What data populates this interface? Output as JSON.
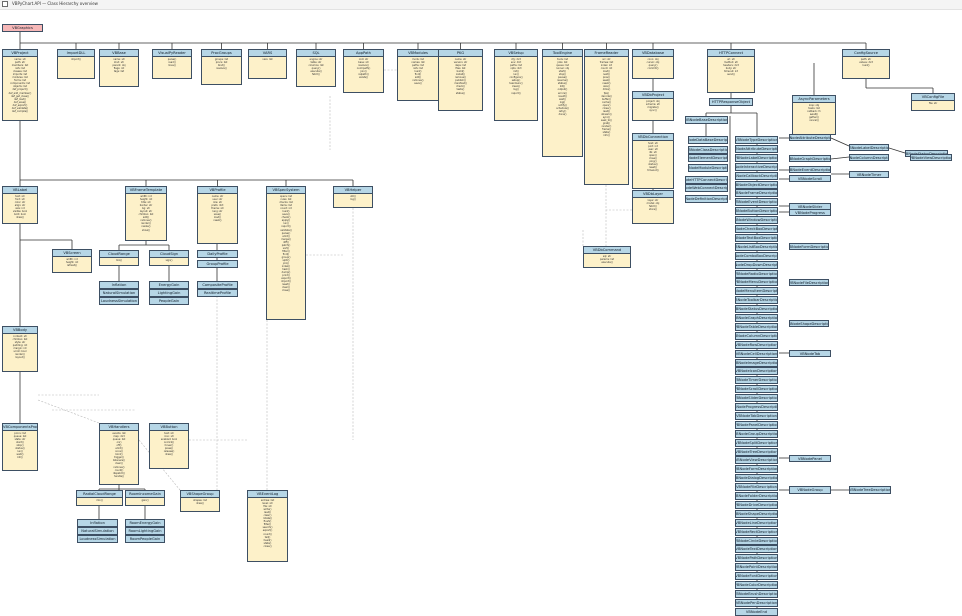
{
  "window": {
    "title": "VBPyChart.API — Class Hierarchy overview"
  },
  "nodes": [
    {
      "id": "root",
      "title": "VBGraphics",
      "lines": [],
      "accent": "red"
    },
    {
      "id": "vbproject",
      "title": "VBProject",
      "lines": [
        "name: str",
        "path: str",
        "members: list",
        "refs: list",
        "classes: list",
        "imports: list",
        "modules: list",
        "forms: list",
        "components: list",
        "objects: list",
        "def_project()",
        "def_add_member()",
        "def_get_class()",
        "def_load()",
        "def_save()",
        "def_export()",
        "def_validate()",
        "def_compile()"
      ]
    },
    {
      "id": "import",
      "title": "ImportDLL",
      "lines": [
        "import()"
      ]
    },
    {
      "id": "vbbase",
      "title": "VBBase",
      "lines": [
        "name: str",
        "kind: str",
        "parent: obj",
        "flags: int",
        "tags: list"
      ]
    },
    {
      "id": "reader",
      "title": "VisualPyReader",
      "lines": [
        "parse()",
        "read()",
        "lines()"
      ]
    },
    {
      "id": "procgroups",
      "title": "ProcGroups",
      "lines": [
        "groups: list",
        "procs: list",
        "bind()",
        "resolve()"
      ]
    },
    {
      "id": "vars",
      "title": "VARS",
      "lines": [
        "vars: list"
      ]
    },
    {
      "id": "sql",
      "title": "SQL",
      "lines": [
        "engine: str",
        "table: str",
        "columns: list",
        "query()",
        "execute()",
        "fetch()"
      ]
    },
    {
      "id": "apppath",
      "title": "AppPath",
      "lines": [
        "root: str",
        "base: str",
        "resolve()",
        "normpath()",
        "join()",
        "relpath()",
        "exists()"
      ]
    },
    {
      "id": "vbmodules",
      "title": "VBModules",
      "lines": [
        "mods: list",
        "names: list",
        "paths: list",
        "refs: list",
        "load()",
        "find()",
        "add()",
        "remove()",
        "save()"
      ]
    },
    {
      "id": "pkg",
      "title": "PKG",
      "lines": [
        "name: str",
        "version: str",
        "deps: list",
        "files: list",
        "build()",
        "install()",
        "remove()",
        "publish()",
        "manifest()",
        "check()",
        "tests()",
        "status()"
      ]
    },
    {
      "id": "vbsetup",
      "title": "VBSetup",
      "lines": [
        "cfg: dict",
        "env: dict",
        "paths: list",
        "opts: dict",
        "init()",
        "run()",
        "configure()",
        "setup()",
        "teardown()",
        "clean()",
        "log()",
        "report()"
      ]
    },
    {
      "id": "toolrunner",
      "title": "ToolEngine",
      "lines": [
        "tools: list",
        "jobs: list",
        "queue: list",
        "runner: obj",
        "start()",
        "stop()",
        "pause()",
        "resume()",
        "status()",
        "kill()",
        "output()",
        "errors()",
        "result()",
        "wait()",
        "log()",
        "notify()",
        "schedule()",
        "retry()",
        "done()"
      ]
    },
    {
      "id": "frameloader",
      "title": "FrameReader",
      "lines": [
        "src: str",
        "frames: list",
        "index: int",
        "count: int",
        "load()",
        "next()",
        "prev()",
        "seek()",
        "reset()",
        "size()",
        "dims()",
        "fps()",
        "decode()",
        "buffer()",
        "cache()",
        "open()",
        "close()",
        "read()",
        "stream()",
        "sync()",
        "seek_to()",
        "grab()",
        "render()",
        "frame()",
        "stats()",
        "info()"
      ]
    },
    {
      "id": "vbdatabase",
      "title": "VBDatabase",
      "lines": [
        "conn: obj",
        "cursor: obj",
        "query()",
        "commit()"
      ]
    },
    {
      "id": "vbdbproject",
      "title": "VBDbProject",
      "lines": [
        "project: obj",
        "schema: str",
        "migrate()",
        "sync()"
      ]
    },
    {
      "id": "vbdbconnection",
      "title": "VBDbConnection",
      "lines": [
        "host: str",
        "port: int",
        "user: str",
        "db: str",
        "open()",
        "close()",
        "ping()",
        "status()",
        "reset()",
        "timeout()"
      ]
    },
    {
      "id": "vbdblayer",
      "title": "VBDbLayer",
      "lines": [
        "layer: str",
        "model: obj",
        "fetch()",
        "store()"
      ]
    },
    {
      "id": "vbdbcommand",
      "title": "VBDbCommand",
      "lines": [
        "sql: str",
        "params: list",
        "execute()"
      ]
    },
    {
      "id": "httpconnect",
      "title": "HTTPConnect",
      "lines": [
        "url: str",
        "method: str",
        "headers: dict",
        "body: str",
        "timeout: int",
        "send()"
      ]
    },
    {
      "id": "httpdata",
      "title": "HTTPResponseObject",
      "lines": []
    },
    {
      "id": "asyncparams",
      "title": "AsyncParameters",
      "lines": [
        "loop: obj",
        "tasks: list",
        "callback: fn",
        "await()",
        "gather()",
        "cancel()"
      ]
    },
    {
      "id": "configsource",
      "title": "ConfigSource",
      "lines": [
        "path: str",
        "values: dict",
        "load()"
      ]
    },
    {
      "id": "vbconfigfile",
      "title": "VBConfigFile",
      "lines": [
        "file: str"
      ]
    },
    {
      "id": "vblabel",
      "title": "VBLabel",
      "lines": [
        "text: str",
        "font: str",
        "color: str",
        "align: str",
        "size: int",
        "visible: bool",
        "bold: bool",
        "draw()"
      ]
    },
    {
      "id": "vbframe",
      "title": "VBFrameTemplate",
      "lines": [
        "width: int",
        "height: int",
        "title: str",
        "border: str",
        "bg: str",
        "layout: str",
        "children: list",
        "add()",
        "remove()",
        "render()",
        "resize()",
        "show()"
      ]
    },
    {
      "id": "vbprofile",
      "title": "VBProfile",
      "lines": [
        "name: str",
        "user: str",
        "role: str",
        "prefs: dict",
        "theme: str",
        "lang: str",
        "save()",
        "load()",
        "reset()"
      ]
    },
    {
      "id": "vbspecsystem",
      "title": "VBSpecSystem",
      "lines": [
        "specs: list",
        "rules: list",
        "checks: list",
        "items: list",
        "count: int",
        "load()",
        "save()",
        "check()",
        "apply()",
        "run()",
        "report()",
        "validate()",
        "parse()",
        "emit()",
        "merge()",
        "diff()",
        "patch()",
        "sort()",
        "filter()",
        "find()",
        "group()",
        "split()",
        "join()",
        "index()",
        "hash()",
        "dump()",
        "print()",
        "export()",
        "import()",
        "reset()",
        "clear()",
        "close()"
      ]
    },
    {
      "id": "vbhelper",
      "title": "VBHelper",
      "lines": [
        "util()",
        "log()"
      ]
    },
    {
      "id": "vbscreen",
      "title": "VBScreen",
      "lines": [
        "width: int",
        "height: int",
        "refresh()"
      ]
    },
    {
      "id": "vbbody",
      "title": "VBBody",
      "lines": [
        "content: str",
        "children: list",
        "style: str",
        "padding: int",
        "margin: int",
        "scroll: bool",
        "render()",
        "layout()"
      ]
    },
    {
      "id": "vbcomponents",
      "title": "VBComponentsProcess",
      "lines": [
        "procs: list",
        "queue: list",
        "state: str",
        "start()",
        "stop()",
        "status()",
        "run()",
        "wait()",
        "kill()"
      ]
    },
    {
      "id": "vbhandlers",
      "title": "VBHandlers",
      "lines": [
        "events: list",
        "map: dict",
        "queue: list",
        "on()",
        "off()",
        "emit()",
        "once()",
        "bind()",
        "trigger()",
        "listeners()",
        "clear()",
        "remove()",
        "count()",
        "dispatch()",
        "handle()"
      ]
    },
    {
      "id": "vbbutton",
      "title": "VBButton",
      "lines": [
        "text: str",
        "icon: str",
        "enabled: bool",
        "onclick()",
        "hover()",
        "press()",
        "release()",
        "draw()"
      ]
    },
    {
      "id": "vbshape",
      "title": "VBShapeGroup",
      "lines": [
        "shapes: list",
        "draw()"
      ]
    },
    {
      "id": "vbeventlog",
      "title": "VBEventLog",
      "lines": [
        "entries: list",
        "level: str",
        "file: str",
        "write()",
        "read()",
        "clear()",
        "rotate()",
        "flush()",
        "filter()",
        "search()",
        "export()",
        "count()",
        "tail()",
        "head()",
        "stats()",
        "close()"
      ]
    },
    {
      "id": "cloudrange",
      "title": "CloudRange",
      "lines": [
        "min()"
      ]
    },
    {
      "id": "cloudsign",
      "title": "CloudSign",
      "lines": [
        "sign()"
      ]
    },
    {
      "id": "dailyprofile",
      "title": "DailyProfile",
      "lines": []
    },
    {
      "id": "groupprofile",
      "title": "GroupProfile",
      "lines": []
    },
    {
      "id": "compositeprofile",
      "title": "CompositeProfile",
      "lines": []
    },
    {
      "id": "realtimeprofile",
      "title": "RealtimeProfile",
      "lines": []
    },
    {
      "id": "inflation",
      "title": "Inflation",
      "lines": []
    },
    {
      "id": "naturalsimulation",
      "title": "NaturalSimulation",
      "lines": []
    },
    {
      "id": "loudnesssimulation",
      "title": "LoudnessSimulation",
      "lines": []
    },
    {
      "id": "energygain",
      "title": "EnergyGain",
      "lines": []
    },
    {
      "id": "lightingain",
      "title": "LightingGain",
      "lines": []
    },
    {
      "id": "peoplegain",
      "title": "PeopleGain",
      "lines": []
    },
    {
      "id": "rsrrange",
      "title": "RadialCloudRange",
      "lines": [
        "min()"
      ]
    },
    {
      "id": "roomincomegain",
      "title": "RoomIncomeGain",
      "lines": [
        "gain()"
      ]
    },
    {
      "id": "inflation2",
      "title": "Inflation",
      "lines": []
    },
    {
      "id": "naturalsimulation2",
      "title": "NaturalSimulation",
      "lines": []
    },
    {
      "id": "loudnesssimulation2",
      "title": "LoudnessSimulation",
      "lines": []
    },
    {
      "id": "roomenergygain",
      "title": "RoomEnergyGain",
      "lines": []
    },
    {
      "id": "roomlightinggain",
      "title": "RoomLightingGain",
      "lines": []
    },
    {
      "id": "roompeoplegain",
      "title": "RoomPeopleGain",
      "lines": []
    }
  ],
  "tree_nodes": [
    {
      "id": "c0",
      "title": "VBNodeBaseDescription"
    },
    {
      "id": "c1",
      "title": "VBNodeDataBaseDescription"
    },
    {
      "id": "c2",
      "title": "VBNodeClassDescription"
    },
    {
      "id": "c3",
      "title": "VBNodeElementDescription"
    },
    {
      "id": "c4",
      "title": "VBNodeModuleDescription"
    },
    {
      "id": "c5",
      "title": "VBNodeHTTPConnectDescription"
    },
    {
      "id": "c6",
      "title": "VBNodeWebConnectDescription"
    },
    {
      "id": "c7",
      "title": "VBNodeDefinitionDescription"
    }
  ],
  "spine": [
    "VBNodeTypeDescription",
    "VBNodeAttributeDescription",
    "VBNodeLabelDescription",
    "VBNodeInteractiveDescription",
    "VBNodeCallbackDescription",
    "VBNodeObjectDescription",
    "VBNodeFrameDescription",
    "VBNodeEventDescription",
    "VBNodeButtonDescription",
    "VBNodeWindowDescription",
    "VBNodeCheckBoxDescription",
    "VBNodeTextBoxDescription",
    "VBNodeListBoxDescription",
    "VBNodeComboBoxDescription",
    "VBNodeDropDownDescription",
    "VBNodeRadioDescription",
    "VBNodeMenuDescription",
    "VBNodeMenuItemDescription",
    "VBNodeToolbarDescription",
    "VBNodeStatusDescription",
    "VBNodeGraphDescription",
    "VBNodeTableDescription",
    "VBNodeColumnDescription",
    "VBNodeRowDescription",
    "VBNodeCellDescription",
    "VBNodeImageDescription",
    "VBNodeIconDescription",
    "VBNodeTimerDescription",
    "VBNodeScrollDescription",
    "VBNodeSliderDescription",
    "VBNodeProgressDescription",
    "VBNodeTabDescription",
    "VBNodePanelDescription",
    "VBNodeGroupDescription",
    "VBNodeSplitDescription",
    "VBNodeTreeDescription",
    "VBNodeViewDescription",
    "VBNodeFormDescription",
    "VBNodeDialogDescription",
    "VBNodeFileDescription",
    "VBNodeFolderDescription",
    "VBNodeDriveDescription",
    "VBNodeShapeDescription",
    "VBNodeLineDescription",
    "VBNodeRectDescription",
    "VBNodeCircleDescription",
    "VBNodeTextDescription",
    "VBNodePathDescription",
    "VBNodePointDescription",
    "VBNodeFontDescription",
    "VBNodeColorDescription",
    "VBNodeBrushDescription",
    "VBNodePenDescription",
    "VBNodeEnd"
  ],
  "side_nodes": [
    "VBNodeAttributeDescription",
    "VBNodeLabelDescription",
    "VBNodeStatusDescription",
    "VBNodeGraphDescription",
    "VBNodeColumnDescription",
    "VBNodeEventDescription",
    "VBNodeTimer",
    "VBNodeScroll",
    "VBNodeSlider",
    "VBNodeProgress",
    "VBNodeTab",
    "VBNodePanel",
    "VBNodeGroup",
    "VBNodeTreeDescription",
    "VBNodeViewDescription",
    "VBNodeFormDescription",
    "VBNodeFileDescription",
    "VBNodeShapeDescription"
  ],
  "colors": {
    "node_fill": "#fdf1c9",
    "header_fill": "#b6d6e6",
    "root_fill": "#f6b7b7",
    "border": "#3d4f63",
    "connector": "#333333",
    "dashed_link": "#b8b8b8"
  }
}
